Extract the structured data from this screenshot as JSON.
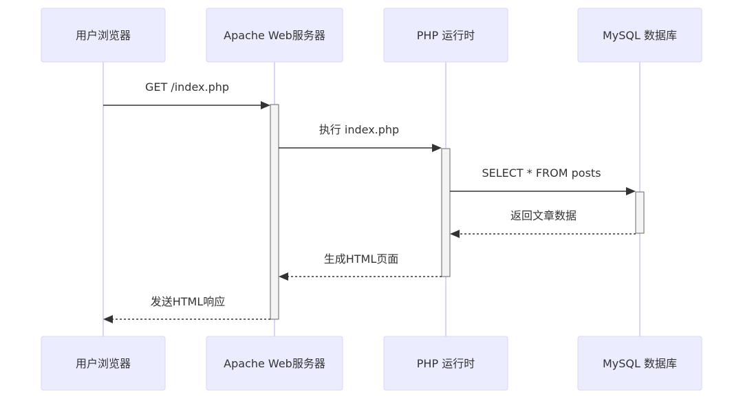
{
  "participants": [
    {
      "id": "browser",
      "label": "用户浏览器"
    },
    {
      "id": "apache",
      "label": "Apache Web服务器"
    },
    {
      "id": "php",
      "label": "PHP 运行时"
    },
    {
      "id": "mysql",
      "label": "MySQL 数据库"
    }
  ],
  "messages": [
    {
      "from": "browser",
      "to": "apache",
      "label": "GET /index.php",
      "style": "solid"
    },
    {
      "from": "apache",
      "to": "php",
      "label": "执行 index.php",
      "style": "solid"
    },
    {
      "from": "php",
      "to": "mysql",
      "label": "SELECT * FROM posts",
      "style": "solid"
    },
    {
      "from": "mysql",
      "to": "php",
      "label": "返回文章数据",
      "style": "dotted"
    },
    {
      "from": "php",
      "to": "apache",
      "label": "生成HTML页面",
      "style": "dotted"
    },
    {
      "from": "apache",
      "to": "browser",
      "label": "发送HTML响应",
      "style": "dotted"
    }
  ]
}
